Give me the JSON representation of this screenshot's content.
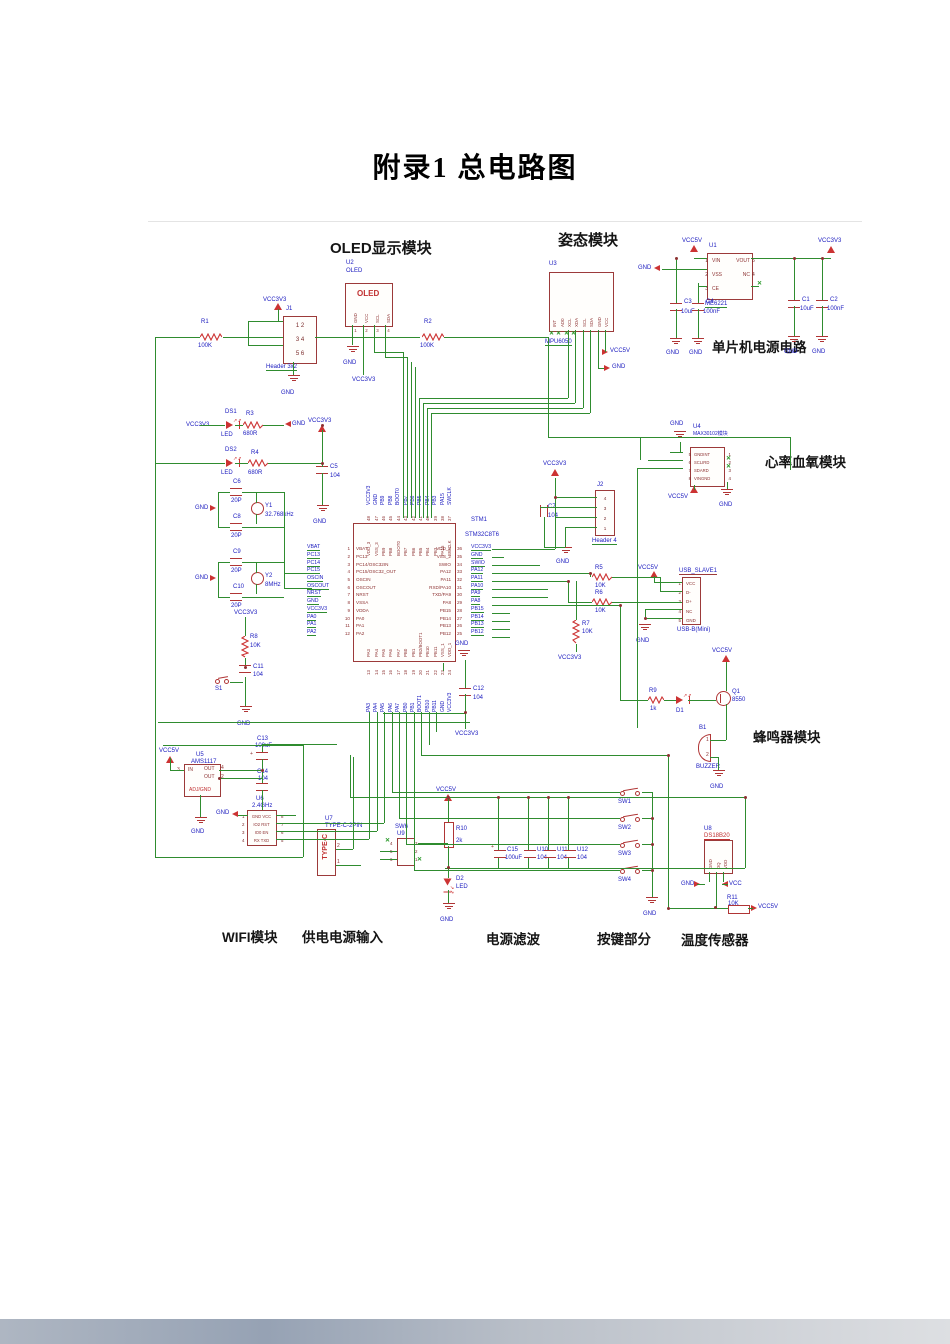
{
  "page": {
    "title": "附录1 总电路图"
  },
  "nets": {
    "vcc3v3": "VCC3V3",
    "vcc5v": "VCC5V",
    "gnd": "GND",
    "vcc": "VCC"
  },
  "sections": {
    "oled": "OLED显示模块",
    "imu": "姿态模块",
    "mcu_power": "单片机电源电路",
    "heart": "心率血氧模块",
    "buzzer": "蜂鸣器模块",
    "wifi": "WIFI模块",
    "power_in": "供电电源输入",
    "filter": "电源滤波",
    "keys": "按键部分",
    "temp": "温度传感器"
  },
  "mcu": {
    "ref": "STM1",
    "part": "STM32C8T6",
    "left_pins": [
      {
        "num": "1",
        "name": "VBAT",
        "net": "VBAT"
      },
      {
        "num": "2",
        "name": "PC13",
        "net": "PC13"
      },
      {
        "num": "3",
        "name": "PC14/OSC32IN",
        "net": "PC14"
      },
      {
        "num": "4",
        "name": "PC15/OSC32_OUT",
        "net": "PC15"
      },
      {
        "num": "5",
        "name": "OSCIN",
        "net": "OSCIN"
      },
      {
        "num": "6",
        "name": "OSCOUT",
        "net": "OSCOUT"
      },
      {
        "num": "7",
        "name": "NRST",
        "net": "NRST"
      },
      {
        "num": "8",
        "name": "VSSA",
        "net": "GND"
      },
      {
        "num": "9",
        "name": "VDDA",
        "net": "VCC3V3"
      },
      {
        "num": "10",
        "name": "PA0",
        "net": "PA0"
      },
      {
        "num": "11",
        "name": "PA1",
        "net": "PA1"
      },
      {
        "num": "12",
        "name": "PA2",
        "net": "PA2"
      }
    ],
    "right_pins": [
      {
        "num": "36",
        "name": "VDD_2",
        "net": "VCC3V3"
      },
      {
        "num": "35",
        "name": "VSS_2",
        "net": "GND"
      },
      {
        "num": "34",
        "name": "SWIO",
        "net": "SWIO"
      },
      {
        "num": "33",
        "name": "PA12",
        "net": "PA12"
      },
      {
        "num": "32",
        "name": "PA11",
        "net": "PA11"
      },
      {
        "num": "31",
        "name": "RXD/PA10",
        "net": "PA10"
      },
      {
        "num": "30",
        "name": "TXD/PA9",
        "net": "PA9"
      },
      {
        "num": "29",
        "name": "PA8",
        "net": "PA8"
      },
      {
        "num": "28",
        "name": "PB15",
        "net": "PB15"
      },
      {
        "num": "27",
        "name": "PB14",
        "net": "PB14"
      },
      {
        "num": "26",
        "name": "PB13",
        "net": "PB13"
      },
      {
        "num": "25",
        "name": "PB12",
        "net": "PB12"
      }
    ],
    "top_pins": [
      {
        "num": "48",
        "name": "VDD_3",
        "net": "VCC3V3"
      },
      {
        "num": "47",
        "name": "VSS_3",
        "net": "GND"
      },
      {
        "num": "46",
        "name": "PB9",
        "net": "PB9"
      },
      {
        "num": "45",
        "name": "PB8",
        "net": "PB8"
      },
      {
        "num": "44",
        "name": "BOOT0",
        "net": "BOOT0"
      },
      {
        "num": "43",
        "name": "PB7",
        "net": "PB7"
      },
      {
        "num": "42",
        "name": "PB6",
        "net": "PB6"
      },
      {
        "num": "41",
        "name": "PB5",
        "net": "PB5"
      },
      {
        "num": "40",
        "name": "PB4",
        "net": "PB4"
      },
      {
        "num": "39",
        "name": "PB3",
        "net": "PB3"
      },
      {
        "num": "38",
        "name": "PA15",
        "net": "PA15"
      },
      {
        "num": "37",
        "name": "SWCLK",
        "net": "SWCLK"
      }
    ],
    "bottom_pins": [
      {
        "num": "13",
        "name": "PA3",
        "net": "PA3"
      },
      {
        "num": "14",
        "name": "PA4",
        "net": "PA4"
      },
      {
        "num": "15",
        "name": "PA5",
        "net": "PA5"
      },
      {
        "num": "16",
        "name": "PA6",
        "net": "PA6"
      },
      {
        "num": "17",
        "name": "PA7",
        "net": "PA7"
      },
      {
        "num": "18",
        "name": "PB0",
        "net": "PB0"
      },
      {
        "num": "19",
        "name": "PB1",
        "net": "PB1"
      },
      {
        "num": "20",
        "name": "PB2/BOOT1",
        "net": "BOOT1"
      },
      {
        "num": "21",
        "name": "PB10",
        "net": "PB10"
      },
      {
        "num": "22",
        "name": "PB11",
        "net": "PB11"
      },
      {
        "num": "23",
        "name": "VSS_1",
        "net": "GND"
      },
      {
        "num": "24",
        "name": "VDD_1",
        "net": "VCC3V3"
      }
    ]
  },
  "components": {
    "j1": {
      "ref": "J1",
      "part": "Header 3x2",
      "rows": [
        "1 2",
        "3 4",
        "5 6"
      ]
    },
    "j2": {
      "ref": "J2",
      "part": "Header 4",
      "pins": [
        {
          "n": "4"
        },
        {
          "n": "3"
        },
        {
          "n": "2"
        },
        {
          "n": "1"
        }
      ]
    },
    "r1": {
      "ref": "R1",
      "value": "100K"
    },
    "r2": {
      "ref": "R2",
      "value": "100K"
    },
    "r3": {
      "ref": "R3",
      "value": "680R"
    },
    "r4": {
      "ref": "R4",
      "value": "680R"
    },
    "r5": {
      "ref": "R5",
      "value": "10K"
    },
    "r6": {
      "ref": "R6",
      "value": "10K"
    },
    "r7": {
      "ref": "R7",
      "value": "10K"
    },
    "r8": {
      "ref": "R8",
      "value": "10K"
    },
    "r9": {
      "ref": "R9",
      "value": "1k"
    },
    "r10": {
      "ref": "R10",
      "value": "2k"
    },
    "r11": {
      "ref": "R11",
      "value": "10K"
    },
    "c1": {
      "ref": "C1",
      "value": "10uF"
    },
    "c2": {
      "ref": "C2",
      "value": "100nF"
    },
    "c3": {
      "ref": "C3",
      "value": "10uF"
    },
    "c4": {
      "ref": "C4",
      "value": "100nF"
    },
    "c5": {
      "ref": "C5",
      "value": "104"
    },
    "c6": {
      "ref": "C6",
      "value": "20P"
    },
    "c7": {
      "ref": "C7",
      "value": "104"
    },
    "c8": {
      "ref": "C8",
      "value": "20P"
    },
    "c9": {
      "ref": "C9",
      "value": "20P"
    },
    "c10": {
      "ref": "C10",
      "value": "20P"
    },
    "c11": {
      "ref": "C11",
      "value": "104"
    },
    "c12": {
      "ref": "C12",
      "value": "104"
    },
    "c13": {
      "ref": "C13",
      "value": "100uF"
    },
    "c14": {
      "ref": "C14",
      "value": "104"
    },
    "c15": {
      "ref": "C15",
      "value": "100uF"
    },
    "u10c": {
      "ref": "U10",
      "value": "104"
    },
    "u11c": {
      "ref": "U11",
      "value": "104"
    },
    "u12c": {
      "ref": "U12",
      "value": "104"
    },
    "y1": {
      "ref": "Y1",
      "value": "32.768kHz"
    },
    "y2": {
      "ref": "Y2",
      "value": "8MHz"
    },
    "ds1": {
      "ref": "DS1",
      "value": "LED"
    },
    "ds2": {
      "ref": "DS2",
      "value": "LED"
    },
    "d1": {
      "ref": "D1"
    },
    "d2": {
      "ref": "D2",
      "value": "LED"
    },
    "q1": {
      "ref": "Q1",
      "value": "8550"
    },
    "b1": {
      "ref": "B1",
      "value": "BUZZER",
      "pins": [
        {
          "n": "1"
        },
        {
          "n": "2"
        }
      ]
    },
    "s1": {
      "ref": "S1"
    },
    "sw1": {
      "ref": "SW1"
    },
    "sw2": {
      "ref": "SW2"
    },
    "sw3": {
      "ref": "SW3"
    },
    "sw4": {
      "ref": "SW4"
    },
    "u1": {
      "ref": "U1",
      "part": "ME6221",
      "left": [
        {
          "n": "1",
          "name": "VIN"
        },
        {
          "n": "2",
          "name": "VSS"
        },
        {
          "n": "3",
          "name": "CE"
        }
      ],
      "right": [
        {
          "n": "5",
          "name": "VOUT"
        },
        {
          "n": "4",
          "name": "NC"
        }
      ]
    },
    "u2": {
      "ref": "U2",
      "part": "OLED",
      "title": "OLED",
      "pins": [
        {
          "name": "GND",
          "n": "1"
        },
        {
          "name": "VCC",
          "n": "2"
        },
        {
          "name": "SCL",
          "n": "3"
        },
        {
          "name": "SDA",
          "n": "4"
        }
      ]
    },
    "u3": {
      "ref": "U3",
      "part": "MPU6050",
      "pins": [
        {
          "name": "INT"
        },
        {
          "name": "AD0"
        },
        {
          "name": "XCL"
        },
        {
          "name": "XDA"
        },
        {
          "name": "SCL"
        },
        {
          "name": "SDA"
        },
        {
          "name": "GND"
        },
        {
          "name": "VCC"
        }
      ]
    },
    "u4": {
      "ref": "U4",
      "part": "MAX30102模块",
      "left": [
        {
          "n": "5",
          "name": "GNDINT"
        },
        {
          "n": "6",
          "name": "SCLIRD"
        },
        {
          "n": "7",
          "name": "SDARD"
        },
        {
          "n": "8",
          "name": "VINGND"
        }
      ],
      "right": [
        {
          "n": "1"
        },
        {
          "n": "2"
        },
        {
          "n": "3"
        },
        {
          "n": "4"
        }
      ]
    },
    "u5": {
      "ref": "U5",
      "part": "AMS1117",
      "pin_in": "IN",
      "pin_out": "OUT",
      "pin_out2": "OUT",
      "pin_adj": "ADJ/GND",
      "num_in": "3",
      "num_out": "4",
      "num_out2": "2"
    },
    "u6": {
      "ref": "U6",
      "part": "2.4GHz",
      "rows": [
        {
          "l": "1",
          "t": "GND VCC",
          "r": "8"
        },
        {
          "l": "2",
          "t": "IO2 RST",
          "r": "7"
        },
        {
          "l": "3",
          "t": "IO0 EN",
          "r": "6"
        },
        {
          "l": "4",
          "t": "RX TXD",
          "r": "5"
        }
      ]
    },
    "u7": {
      "ref": "U7",
      "part": "TYPE-C-2PIN",
      "title": "TYPE-C",
      "pins": [
        {
          "n": "2"
        },
        {
          "n": "1"
        }
      ]
    },
    "u8": {
      "ref": "U8",
      "part": "DS18B20",
      "pins": [
        {
          "name": "GND"
        },
        {
          "name": "DQ"
        },
        {
          "name": "VDD"
        }
      ]
    },
    "u9": {
      "ref": "SW6",
      "ref2": "U9",
      "left": [
        {
          "n": "4"
        },
        {
          "n": "5"
        },
        {
          "n": "6"
        }
      ],
      "right": [
        {
          "n": "3"
        },
        {
          "n": "2"
        },
        {
          "n": "1"
        }
      ]
    },
    "usb": {
      "ref": "USB_SLAVE1",
      "part": "USB-B(Mini)",
      "pins": [
        {
          "n": "1",
          "name": "VCC"
        },
        {
          "n": "2",
          "name": "D-"
        },
        {
          "n": "3",
          "name": "D+"
        },
        {
          "n": "4",
          "name": "NC"
        },
        {
          "n": "5",
          "name": "GND"
        }
      ]
    }
  }
}
